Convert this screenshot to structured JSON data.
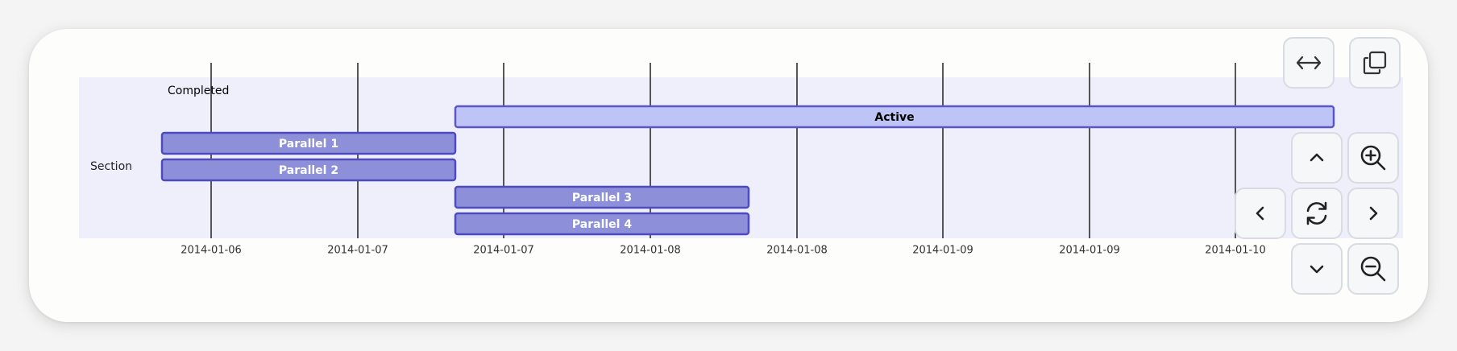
{
  "diagram": {
    "section_label": "Section",
    "tasks": [
      {
        "id": "completed",
        "label": "Completed",
        "start": "2014-01-06",
        "end": "2014-01-06",
        "status": "done",
        "text_color": "#000000"
      },
      {
        "id": "active",
        "label": "Active",
        "start": "2014-01-07",
        "end": "2014-01-10",
        "status": "active",
        "fill": "#bfc4f7",
        "stroke": "#5a56c8",
        "text_color": "#000000"
      },
      {
        "id": "parallel-1",
        "label": "Parallel 1",
        "start": "2014-01-06",
        "end": "2014-01-07",
        "status": "normal",
        "fill": "#8d90d8",
        "stroke": "#4e4ac0",
        "text_color": "#ffffff"
      },
      {
        "id": "parallel-2",
        "label": "Parallel 2",
        "start": "2014-01-06",
        "end": "2014-01-07",
        "status": "normal",
        "fill": "#8d90d8",
        "stroke": "#4e4ac0",
        "text_color": "#ffffff"
      },
      {
        "id": "parallel-3",
        "label": "Parallel 3",
        "start": "2014-01-07",
        "end": "2014-01-08",
        "status": "normal",
        "fill": "#8d90d8",
        "stroke": "#4e4ac0",
        "text_color": "#ffffff"
      },
      {
        "id": "parallel-4",
        "label": "Parallel 4",
        "start": "2014-01-07",
        "end": "2014-01-08",
        "status": "normal",
        "fill": "#8d90d8",
        "stroke": "#4e4ac0",
        "text_color": "#ffffff"
      }
    ],
    "ticks": [
      "2014-01-06",
      "2014-01-07",
      "2014-01-07",
      "2014-01-08",
      "2014-01-08",
      "2014-01-09",
      "2014-01-09",
      "2014-01-10"
    ],
    "colors": {
      "section_band": "#efeffb",
      "grid_line": "#000000",
      "tick_text": "#333333"
    }
  },
  "controls": {
    "fit_width": "fit-width-icon",
    "copy": "copy-icon",
    "pan_up": "chevron-up-icon",
    "zoom_in": "zoom-in-icon",
    "pan_left": "chevron-left-icon",
    "reset": "reset-icon",
    "pan_right": "chevron-right-icon",
    "pan_down": "chevron-down-icon",
    "zoom_out": "zoom-out-icon",
    "icon_color": "#333333"
  }
}
